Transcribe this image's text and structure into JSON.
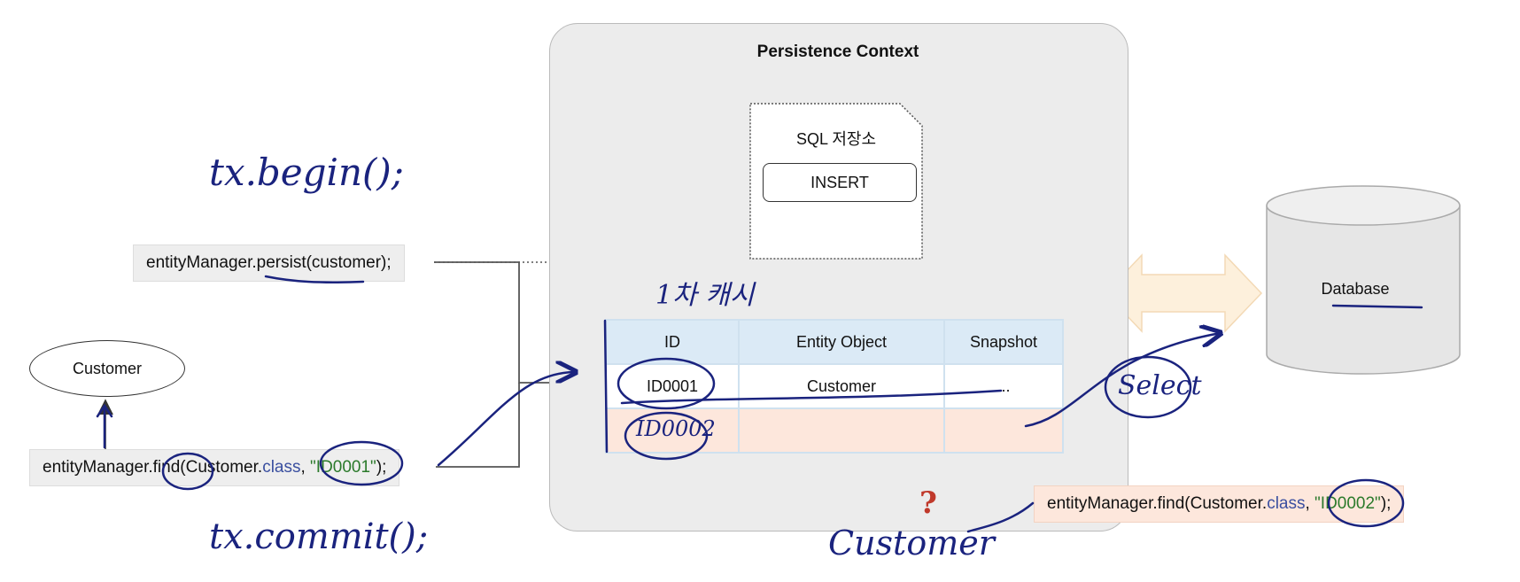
{
  "persistence_context": {
    "title": "Persistence Context"
  },
  "sql_store": {
    "title": "SQL 저장소",
    "insert_label": "INSERT"
  },
  "first_level_cache": {
    "columns": [
      "ID",
      "Entity Object",
      "Snapshot"
    ],
    "rows": [
      {
        "id": "ID0001",
        "entity": "Customer",
        "snapshot": "..."
      }
    ]
  },
  "code": {
    "persist": "entityManager.persist(customer);",
    "find1": {
      "prefix": "entityManager.find(Customer.",
      "kw": "class",
      "sep": ", ",
      "str": "\"ID0001\"",
      "suffix": ");"
    },
    "find2": {
      "prefix": "entityManager.find(Customer.",
      "kw": "class",
      "sep": ", ",
      "str": "\"ID0002\"",
      "suffix": ");"
    }
  },
  "customer_entity": {
    "label": "Customer"
  },
  "database": {
    "label": "Database"
  },
  "question_mark": "?",
  "annotations": {
    "tx_begin": "tx.begin();",
    "tx_commit": "tx.commit();",
    "cache_label": "1차 캐시",
    "id0002": "ID0002",
    "select": "Select",
    "customer": "Customer"
  },
  "colors": {
    "pen": "#1a237e",
    "context_bg": "#ececec",
    "cache_header": "#dbeaf6",
    "pending_row": "#fde7dc",
    "arrow_fill": "#fdf0dc",
    "db_fill": "#e6e6e6"
  }
}
